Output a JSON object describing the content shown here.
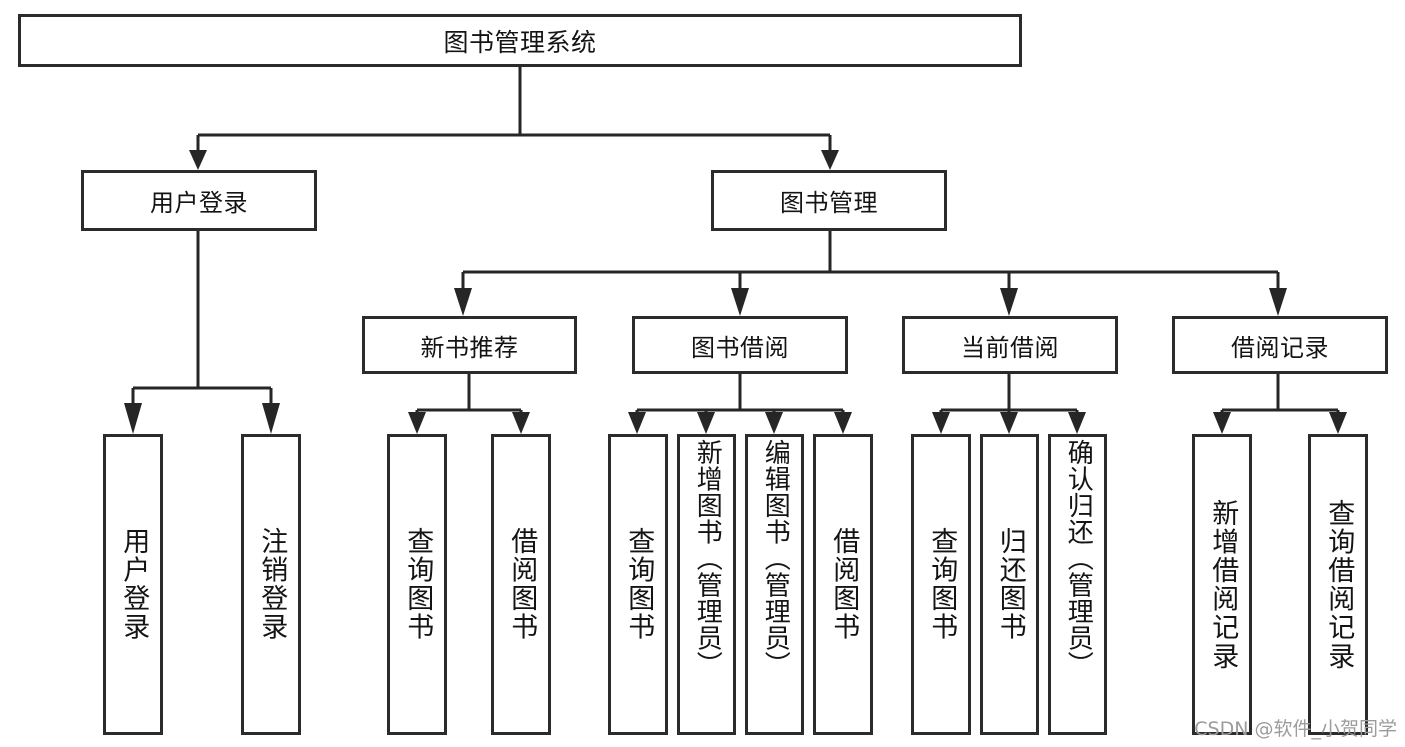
{
  "diagram": {
    "title": "图书管理系统",
    "type": "tree",
    "root": {
      "id": "root",
      "label": "图书管理系统"
    },
    "level2": [
      {
        "id": "user-login",
        "label": "用户登录"
      },
      {
        "id": "book-management",
        "label": "图书管理"
      }
    ],
    "level3": [
      {
        "id": "new-book-recommend",
        "label": "新书推荐"
      },
      {
        "id": "book-borrow",
        "label": "图书借阅"
      },
      {
        "id": "current-borrow",
        "label": "当前借阅"
      },
      {
        "id": "borrow-record",
        "label": "借阅记录"
      }
    ],
    "leaves": {
      "user_login": [
        {
          "id": "leaf-user-login",
          "label": "用户登录"
        },
        {
          "id": "leaf-logout",
          "label": "注销登录"
        }
      ],
      "new_book_recommend": [
        {
          "id": "leaf-query-book-1",
          "label": "查询图书"
        },
        {
          "id": "leaf-borrow-book-1",
          "label": "借阅图书"
        }
      ],
      "book_borrow": [
        {
          "id": "leaf-query-book-2",
          "label": "查询图书"
        },
        {
          "id": "leaf-add-book",
          "label": "新增图书（管理员）"
        },
        {
          "id": "leaf-edit-book",
          "label": "编辑图书（管理员）"
        },
        {
          "id": "leaf-borrow-book-2",
          "label": "借阅图书"
        }
      ],
      "current_borrow": [
        {
          "id": "leaf-query-book-3",
          "label": "查询图书"
        },
        {
          "id": "leaf-return-book",
          "label": "归还图书"
        },
        {
          "id": "leaf-confirm-return",
          "label": "确认归还（管理员）"
        }
      ],
      "borrow_record": [
        {
          "id": "leaf-add-record",
          "label": "新增借阅记录"
        },
        {
          "id": "leaf-query-record",
          "label": "查询借阅记录"
        }
      ]
    }
  },
  "watermark": {
    "text": "CSDN @软件_小贺同学"
  },
  "colors": {
    "stroke": "#2b2b2b",
    "background": "#ffffff",
    "text": "#141414",
    "watermark": "#9c9c9c"
  }
}
